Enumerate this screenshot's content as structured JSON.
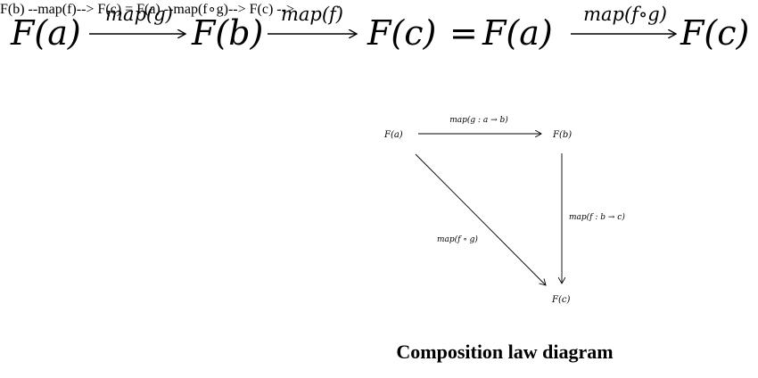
{
  "equation": {
    "fa": "F(a)",
    "fb": "F(b)",
    "fc": "F(c)",
    "equals": "=",
    "fa2": "F(a)",
    "fc2": "F(c)",
    "arrow1_label": "map(g)",
    "arrow2_label": "map(f)",
    "arrow3_label": "map(f∘g)"
  },
  "diagram": {
    "nodes": {
      "a": "F(a)",
      "b": "F(b)",
      "c": "F(c)"
    },
    "edges": {
      "ab": "map(g : a → b)",
      "bc": "map(f : b → c)",
      "ac": "map(f ∘ g)"
    }
  },
  "caption": "Composition law diagram"
}
